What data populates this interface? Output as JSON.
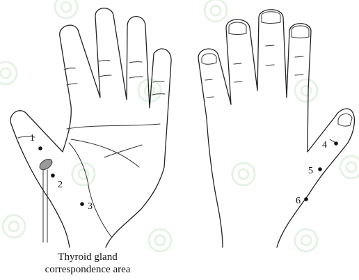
{
  "figure": {
    "points": [
      "1",
      "2",
      "3",
      "4",
      "5",
      "6"
    ],
    "caption_line1": "Thyroid gland",
    "caption_line2": "correspondence area"
  },
  "colors": {
    "line": "#222222",
    "background": "#ffffff",
    "watermark": "#cfe7cf",
    "thyroid_area": "#9a9a9a"
  },
  "icons": [
    "watermark-flower-icon"
  ]
}
